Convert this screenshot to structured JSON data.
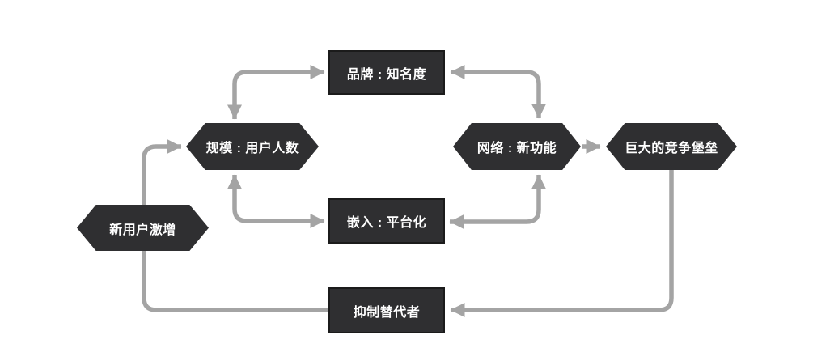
{
  "diagram": {
    "type": "causal-loop-diagram",
    "language": "zh-CN",
    "background": "#ffffff"
  },
  "colors": {
    "bg": "#ffffff",
    "node_fill": "#2f2f31",
    "node_border": "#1b1b1b",
    "arrow_color": "#a4a4a4",
    "text_color": "#ffffff"
  },
  "nodes": {
    "brand": {
      "label": "品牌 : 知名度",
      "shape": "rectangle"
    },
    "scale": {
      "label": "规模 : 用户人数",
      "shape": "hexagon"
    },
    "network": {
      "label": "网络 : 新功能",
      "shape": "hexagon"
    },
    "fortress": {
      "label": "巨大的竞争堡垒",
      "shape": "hexagon"
    },
    "surge": {
      "label": "新用户激增",
      "shape": "hexagon"
    },
    "embed": {
      "label": "嵌入 : 平台化",
      "shape": "rectangle"
    },
    "suppress": {
      "label": "抑制替代者",
      "shape": "rectangle"
    }
  },
  "edges": [
    {
      "from": "scale",
      "to": "brand",
      "bidirectional": true
    },
    {
      "from": "brand",
      "to": "network",
      "bidirectional": true
    },
    {
      "from": "network",
      "to": "fortress",
      "bidirectional": false
    },
    {
      "from": "scale",
      "to": "embed",
      "bidirectional": true
    },
    {
      "from": "embed",
      "to": "network",
      "bidirectional": true
    },
    {
      "from": "fortress",
      "to": "suppress",
      "bidirectional": false
    },
    {
      "from": "suppress",
      "to": "scale",
      "bidirectional": false,
      "passes_behind": "surge"
    }
  ]
}
